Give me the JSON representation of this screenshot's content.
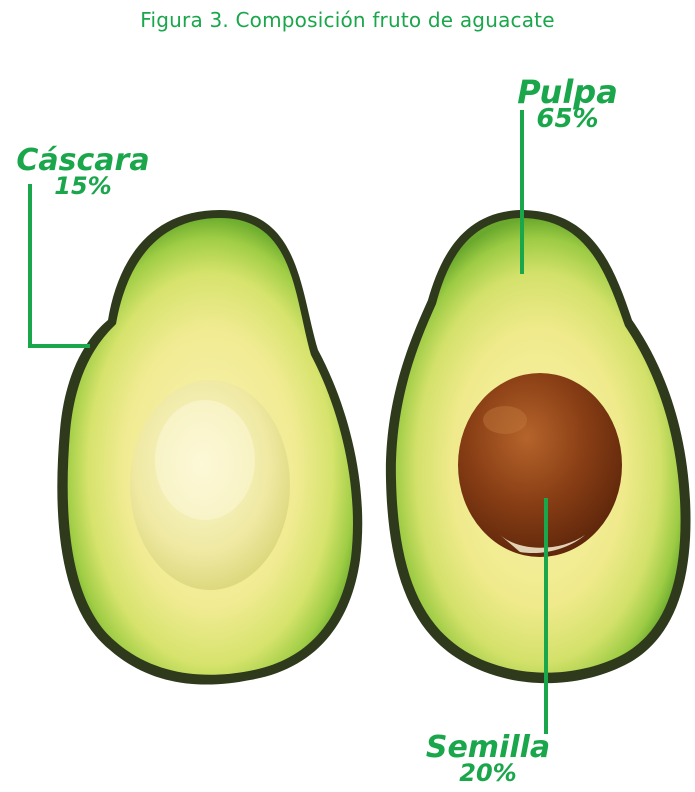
{
  "caption": "Figura 3. Composición fruto de aguacate",
  "labels": {
    "cascara": {
      "name": "Cáscara",
      "value": "15%"
    },
    "pulpa": {
      "name": "Pulpa",
      "value": "65%"
    },
    "semilla": {
      "name": "Semilla",
      "value": "20%"
    }
  },
  "colors": {
    "label_green": "#1aa64b",
    "skin_dark": "#2f3a1c",
    "flesh_outer": "#8dc63f",
    "flesh_inner": "#f4ee9a",
    "seed_brown": "#8a3f15"
  }
}
